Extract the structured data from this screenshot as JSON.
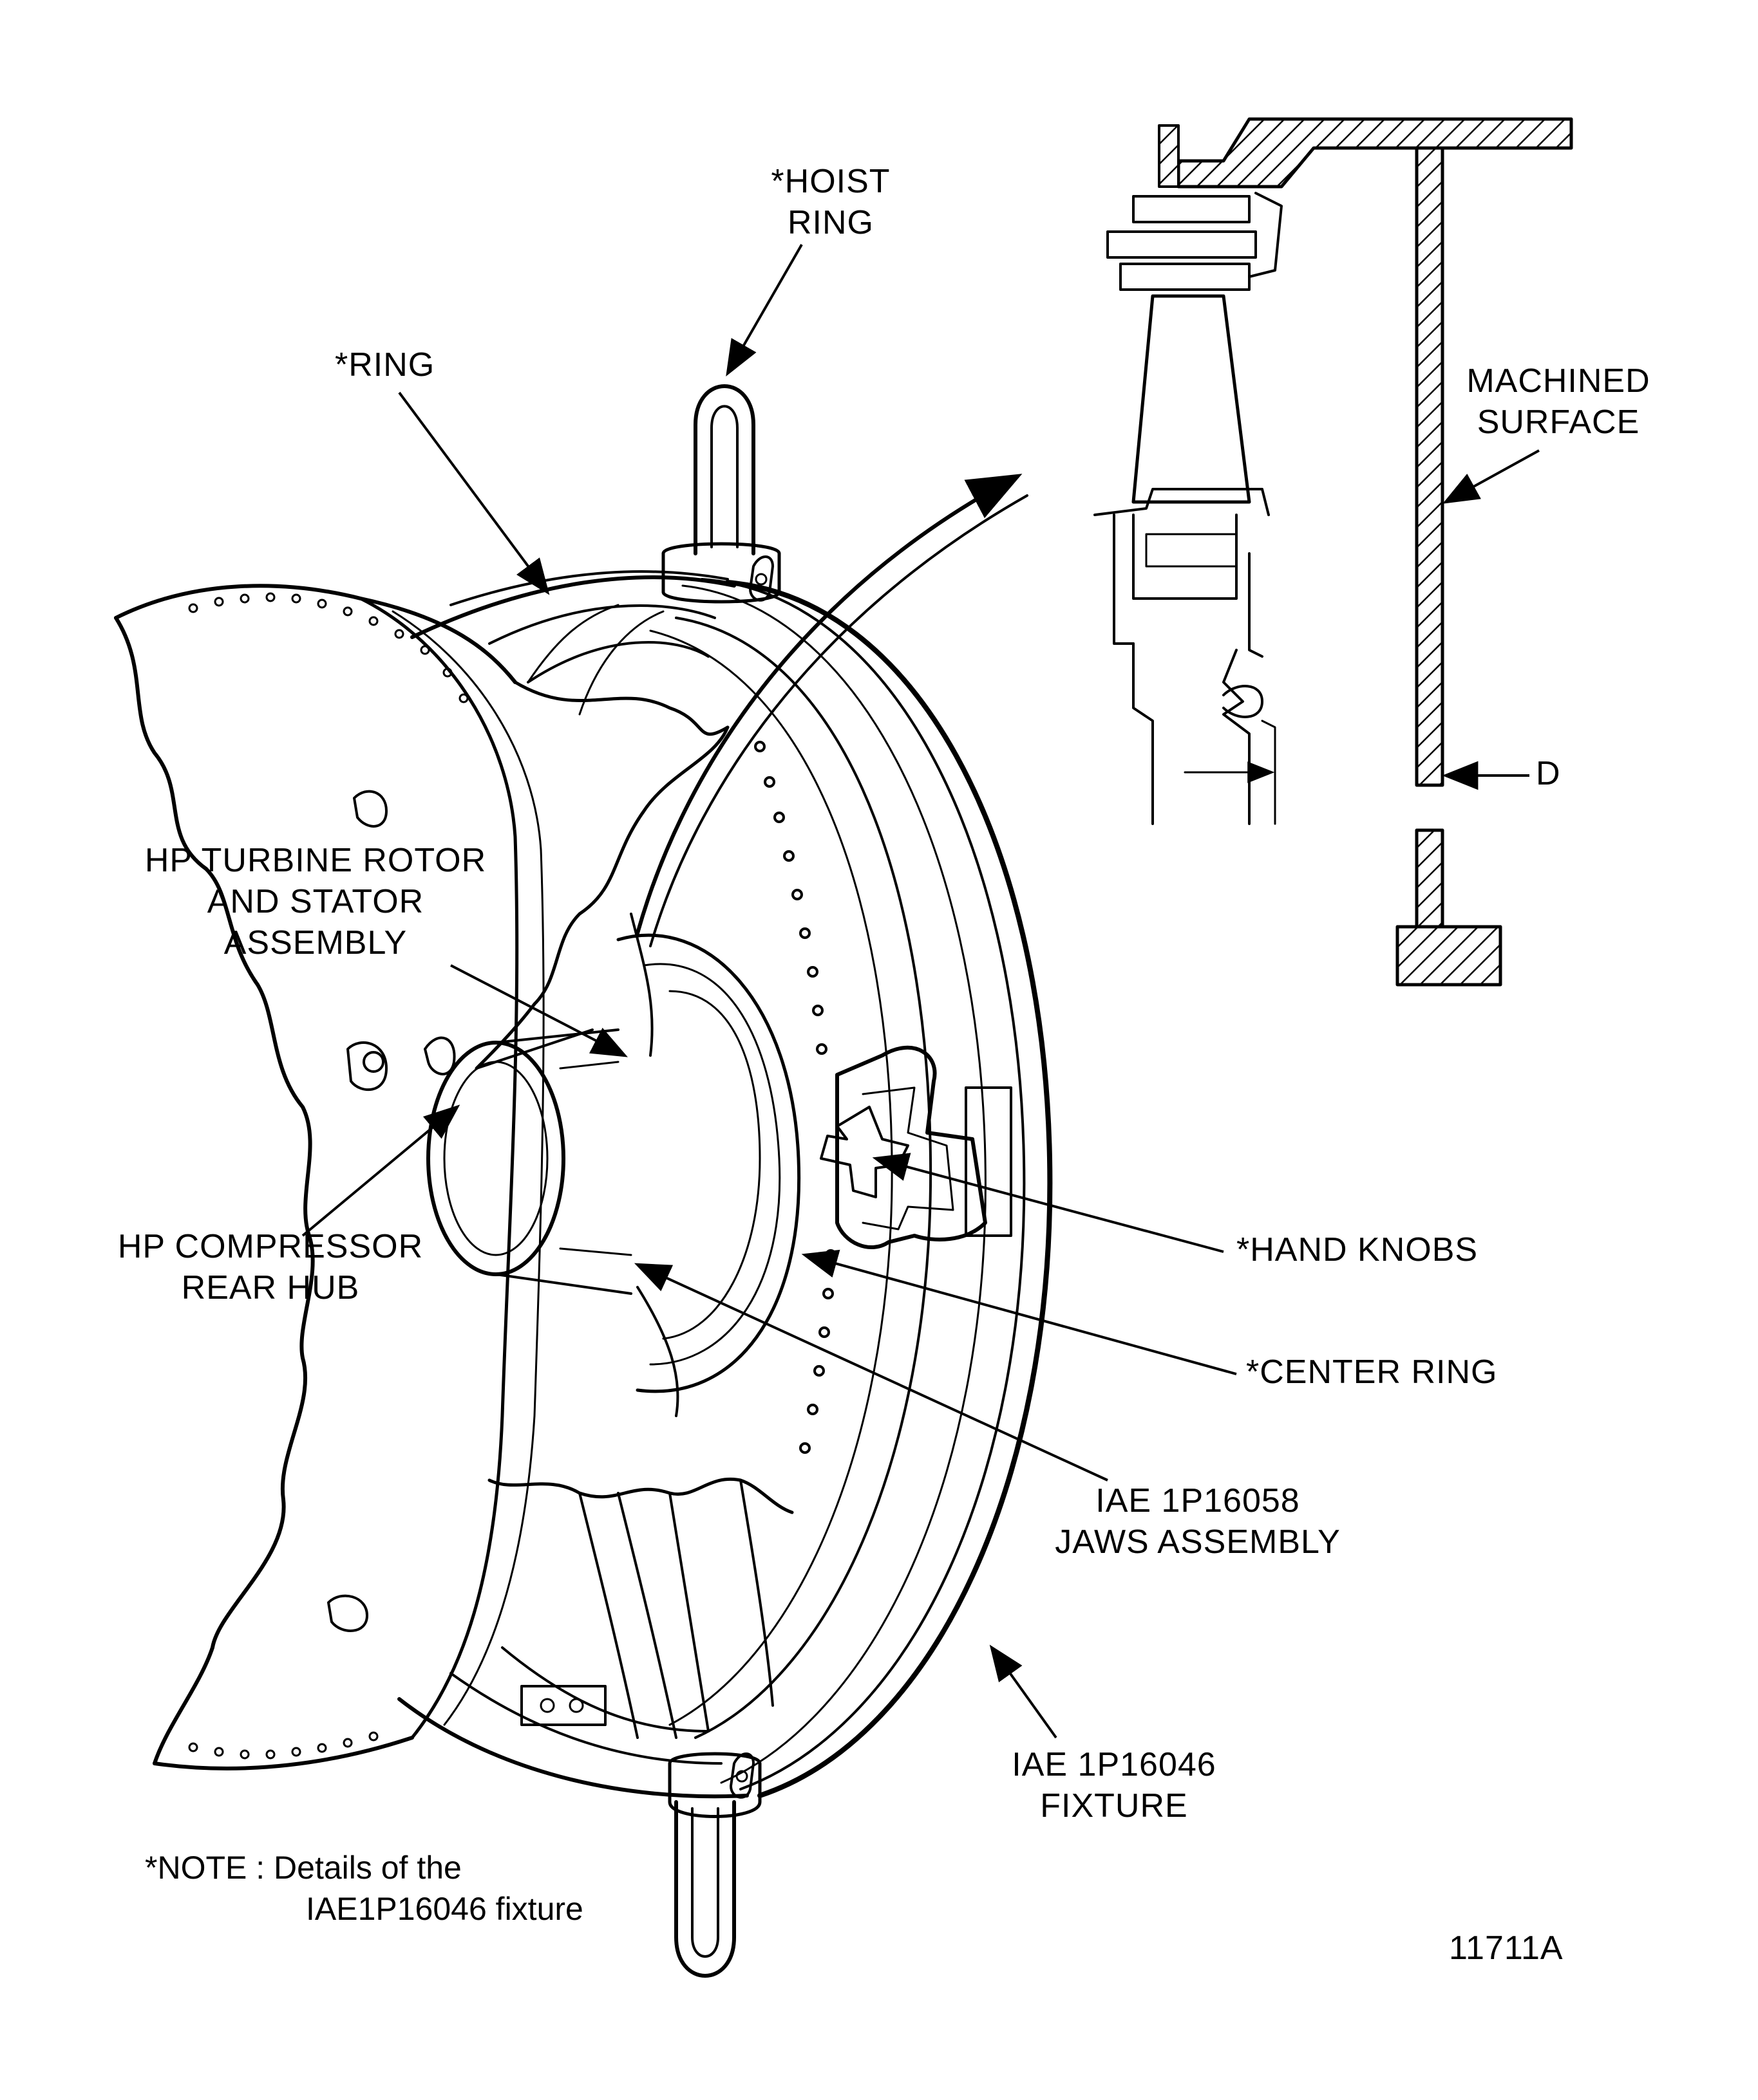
{
  "labels": {
    "hoist_ring": [
      "*HOIST",
      "RING"
    ],
    "ring": "*RING",
    "machined_surface": [
      "MACHINED",
      "SURFACE"
    ],
    "d": "D",
    "hp_turbine": [
      "HP TURBINE ROTOR",
      "AND STATOR",
      "ASSEMBLY"
    ],
    "hand_knobs": "*HAND KNOBS",
    "hp_compressor": [
      "HP COMPRESSOR",
      "REAR HUB"
    ],
    "center_ring": "*CENTER RING",
    "jaws": [
      "IAE 1P16058",
      "JAWS ASSEMBLY"
    ],
    "fixture": [
      "IAE 1P16046",
      "FIXTURE"
    ],
    "note": [
      "*NOTE : Details of the",
      "IAE1P16046 fixture"
    ],
    "figure_id": "11711A"
  },
  "colors": {
    "ink": "#000000",
    "paper": "#ffffff"
  }
}
